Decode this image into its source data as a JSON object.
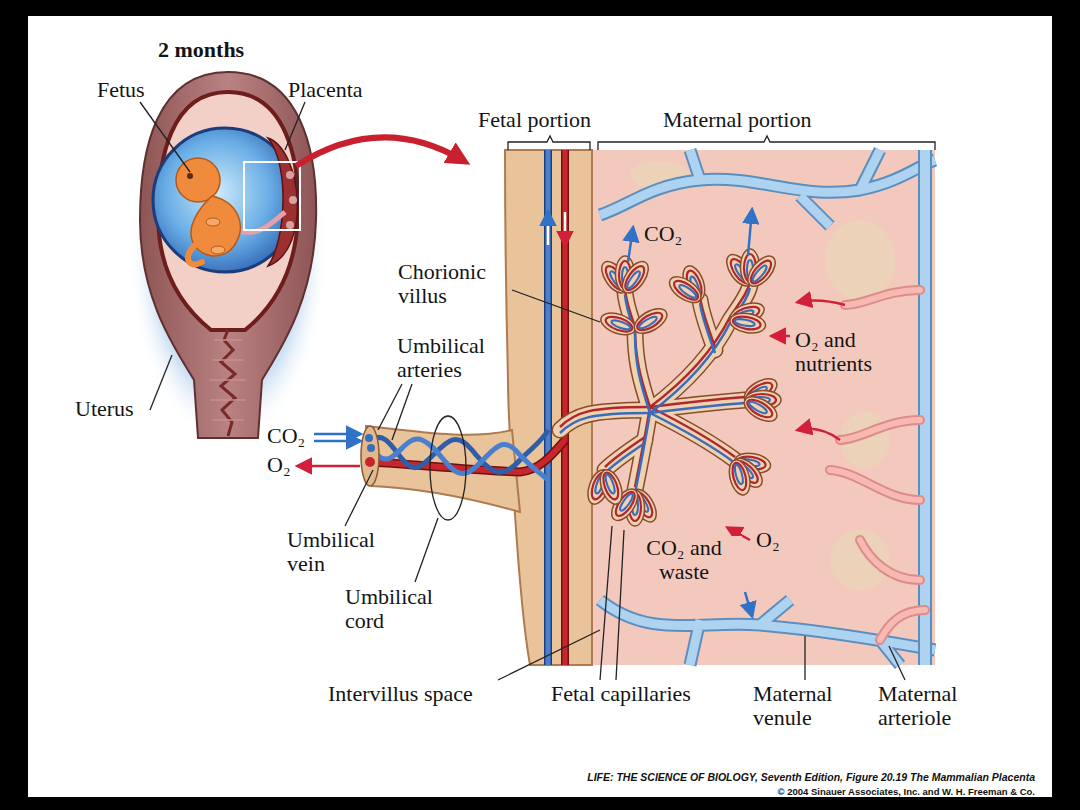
{
  "diagram": {
    "title": "2 months",
    "caption": "LIFE: THE SCIENCE OF BIOLOGY, Seventh Edition, Figure 20.19 The Mammalian Placenta",
    "labels": [
      "Fetus",
      "Placenta",
      "Fetal portion",
      "Maternal portion",
      "CO₂",
      "Chorionic villus",
      "O₂ and nutrients",
      "Umbilical arteries",
      "Uterus",
      "CO₂",
      "O₂",
      "Umbilical vein",
      "O₂",
      "CO₂ and waste",
      "Umbilical cord",
      "Intervillus space",
      "Fetal capillaries",
      "Maternal venule",
      "Maternal arteriole",
      "© 2004 Sinauer Associates, Inc. and W. H. Freeman & Co."
    ]
  }
}
